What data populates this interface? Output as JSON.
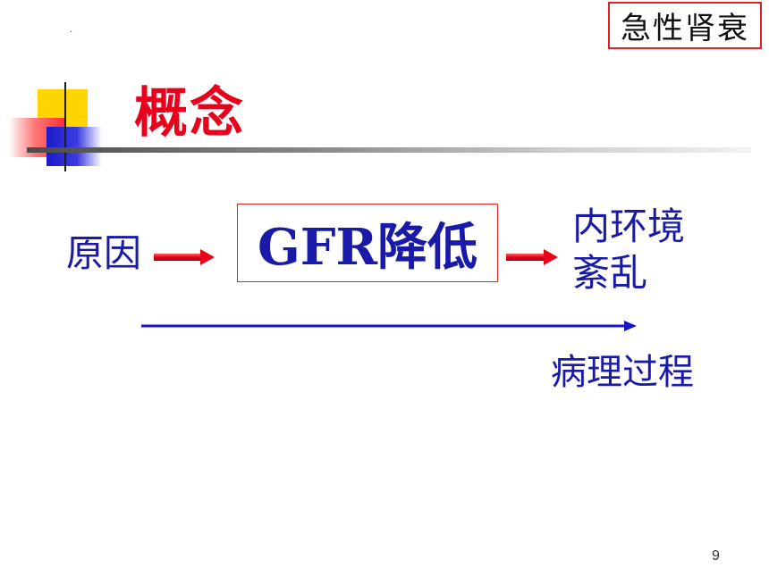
{
  "tag": {
    "text": "急性肾衰"
  },
  "marker": {
    "text": "."
  },
  "title": {
    "text": "概念"
  },
  "flow": {
    "cause": "原因",
    "gfr": "GFR降低",
    "result_line1": "内环境",
    "result_line2": "紊乱",
    "process": "病理过程"
  },
  "colors": {
    "title": "#e8001c",
    "text_blue": "#1a1aa8",
    "arrow_red": "#e8001c",
    "arrow_blue": "#1414c8",
    "box_border": "#e02424"
  },
  "page_number": "9"
}
